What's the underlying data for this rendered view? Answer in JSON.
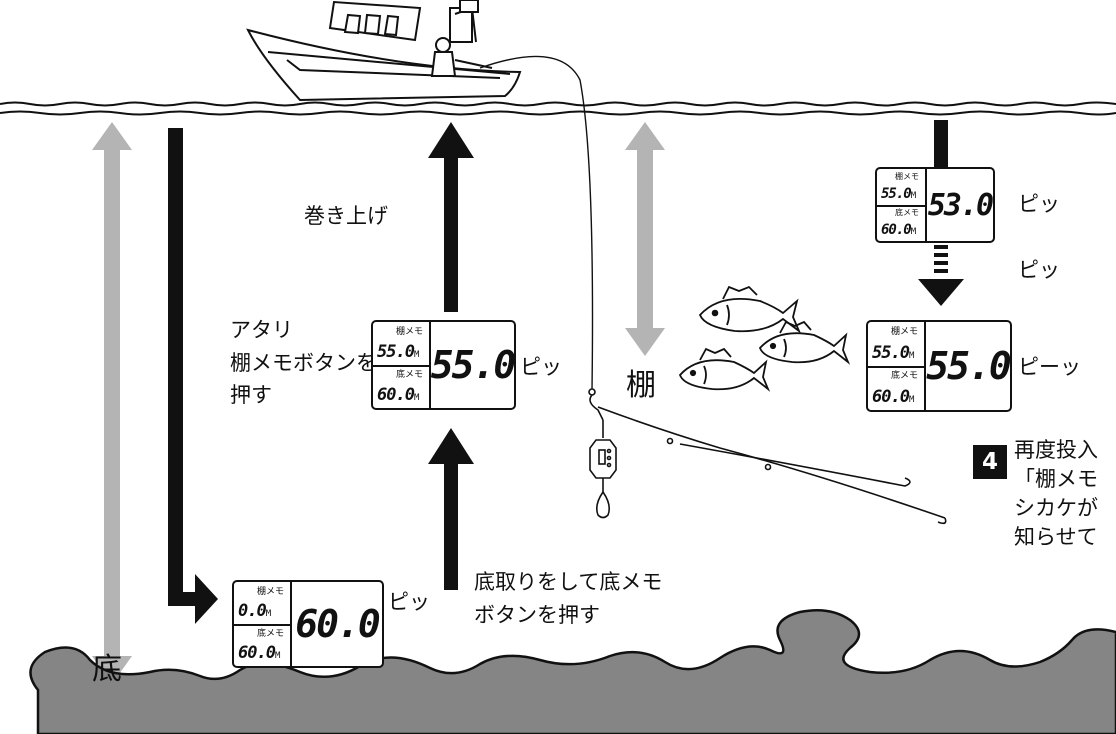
{
  "labels": {
    "makiage": "巻き上げ",
    "atari": "アタリ\n棚メモボタンを\n押す",
    "sokotori": "底取りをして底メモ\nボタンを押す",
    "soko": "底",
    "tana": "棚",
    "pi1": "ピッ",
    "pi2": "ピッ",
    "pi3": "ピッ",
    "pi4": "ピッ",
    "piii": "ピーッ",
    "step4": "再度投入\n「棚メモ\nシカケが\n知らせて"
  },
  "step_number": "4",
  "displays": {
    "bottom": {
      "tana_tag": "棚メモ",
      "tana_value": "0.0",
      "soko_tag": "底メモ",
      "soko_value": "60.0",
      "unit": "M",
      "main": "60.0"
    },
    "middle": {
      "tana_tag": "棚メモ",
      "tana_value": "55.0",
      "soko_tag": "底メモ",
      "soko_value": "60.0",
      "unit": "M",
      "main": "55.0"
    },
    "right_top": {
      "tana_tag": "棚メモ",
      "tana_value": "55.0",
      "soko_tag": "底メモ",
      "soko_value": "60.0",
      "unit": "M",
      "main": "53.0"
    },
    "right_bottom": {
      "tana_tag": "棚メモ",
      "tana_value": "55.0",
      "soko_tag": "底メモ",
      "soko_value": "60.0",
      "unit": "M",
      "main": "55.0"
    }
  },
  "colors": {
    "ink": "#111111",
    "grey_arrow": "#b4b4b4",
    "seabed": "#858585"
  }
}
